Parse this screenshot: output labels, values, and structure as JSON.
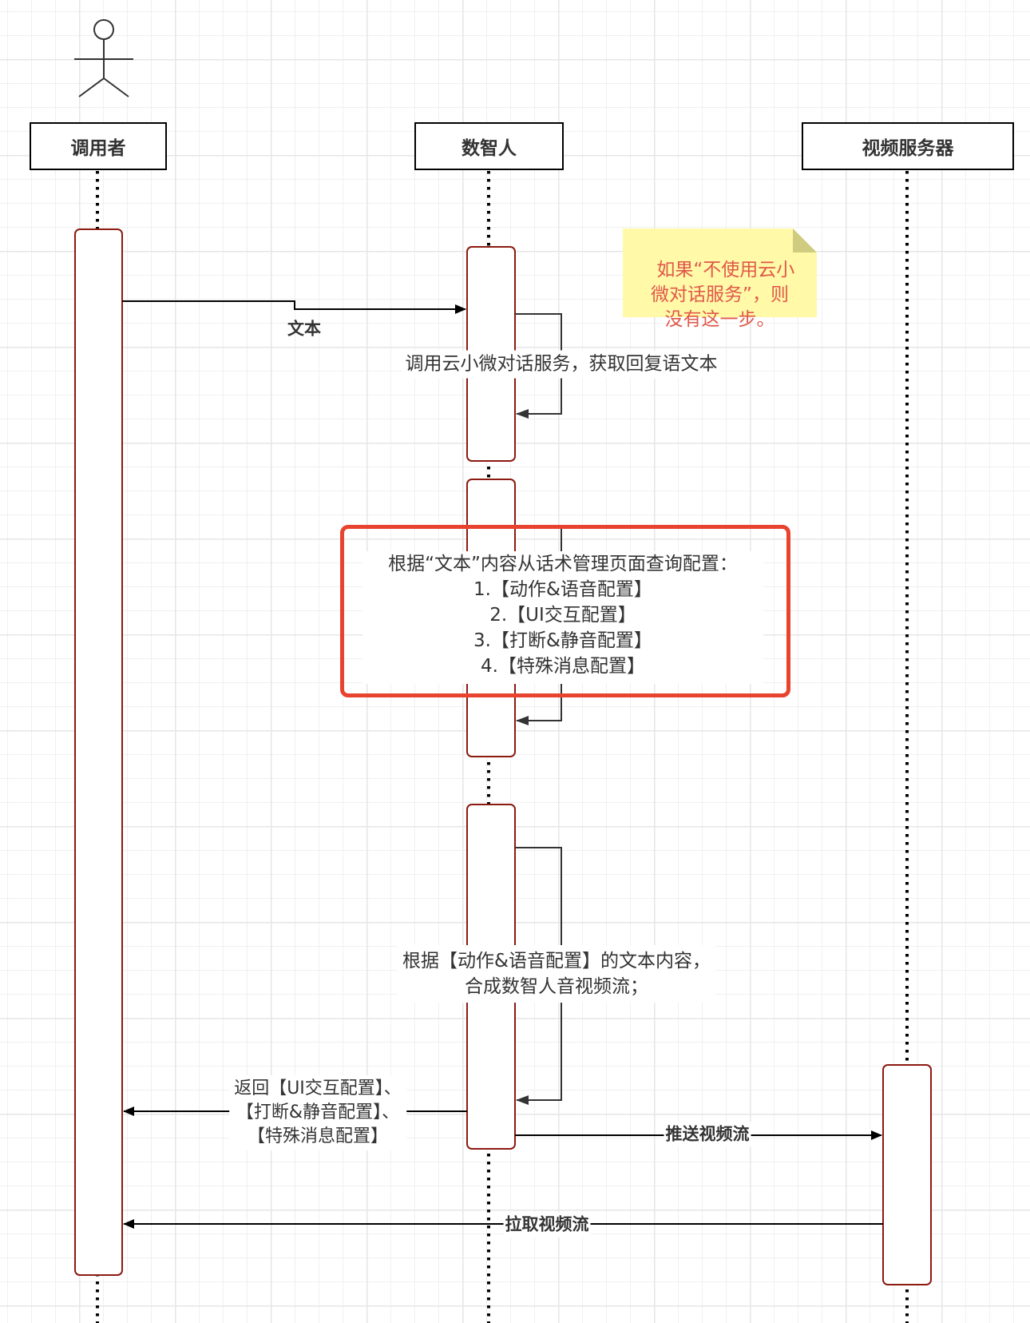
{
  "diagram": {
    "type": "sequence-diagram",
    "actor": {
      "icon": "stick-figure-icon"
    },
    "participants": [
      {
        "id": "caller",
        "label": "调用者"
      },
      {
        "id": "digital_human",
        "label": "数智人"
      },
      {
        "id": "video_server",
        "label": "视频服务器"
      }
    ],
    "note": {
      "text": "如果“不使用云小\n微对话服务”，则\n没有这一步。",
      "background": "#fff9a8",
      "text_color": "#e0584a"
    },
    "messages": [
      {
        "id": "m1",
        "from": "caller",
        "to": "digital_human",
        "label": "文本",
        "style": "solid-arrow"
      },
      {
        "id": "m2",
        "from": "digital_human",
        "to": "digital_human",
        "label": "调用云小微对话服务，获取回复语文本",
        "style": "self-loop"
      },
      {
        "id": "m3",
        "from": "digital_human",
        "to": "digital_human",
        "label": "根据“文本”内容从话术管理页面查询配置：\n1.【动作&语音配置】\n2.【UI交互配置】\n3.【打断&静音配置】\n4.【特殊消息配置】",
        "style": "self-loop",
        "highlighted": true
      },
      {
        "id": "m4",
        "from": "digital_human",
        "to": "digital_human",
        "label": "根据【动作&语音配置】的文本内容，\n合成数智人音视频流；",
        "style": "self-loop"
      },
      {
        "id": "m5",
        "from": "digital_human",
        "to": "caller",
        "label": "返回【UI交互配置】、\n【打断&静音配置】、\n【特殊消息配置】",
        "style": "solid-arrow"
      },
      {
        "id": "m6",
        "from": "digital_human",
        "to": "video_server",
        "label": "推送视频流",
        "style": "solid-arrow"
      },
      {
        "id": "m7",
        "from": "video_server",
        "to": "caller",
        "label": "拉取视频流",
        "style": "solid-arrow"
      }
    ],
    "colors": {
      "activation_border": "#8b1a10",
      "highlight_frame": "#e8432f",
      "line": "#000000",
      "text": "#333333"
    }
  }
}
